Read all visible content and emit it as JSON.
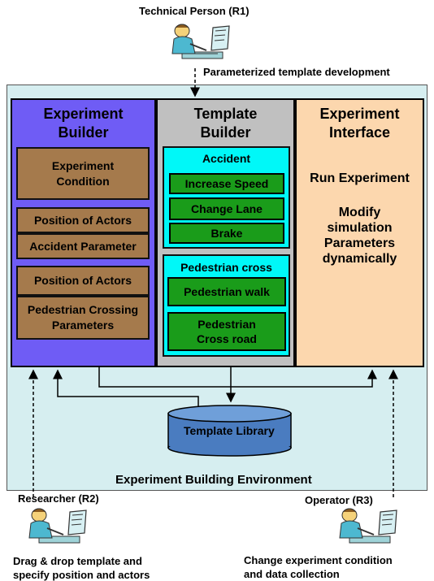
{
  "top": {
    "person_label": "Technical Person (R1)",
    "arrow_label": "Parameterized template development"
  },
  "environment": {
    "label": "Experiment Building Environment"
  },
  "experiment_builder": {
    "title_line1": "Experiment",
    "title_line2": "Builder",
    "boxes": [
      {
        "line1": "Experiment",
        "line2": "Condition"
      },
      {
        "line1": "Position of Actors"
      },
      {
        "line1": "Accident Parameter"
      },
      {
        "line1": "Position of Actors"
      },
      {
        "line1": "Pedestrian Crossing",
        "line2": "Parameters"
      }
    ]
  },
  "template_builder": {
    "title_line1": "Template",
    "title_line2": "Builder",
    "accident": {
      "title": "Accident",
      "items": [
        "Increase Speed",
        "Change Lane",
        "Brake"
      ]
    },
    "pedestrian": {
      "title": "Pedestrian cross",
      "items": [
        {
          "line1": "Pedestrian walk"
        },
        {
          "line1": "Pedestrian",
          "line2": "Cross road"
        }
      ]
    }
  },
  "experiment_interface": {
    "title_line1": "Experiment",
    "title_line2": "Interface",
    "run": "Run Experiment",
    "modify_lines": [
      "Modify",
      "simulation",
      "Parameters",
      "dynamically"
    ]
  },
  "template_library": {
    "label": "Template Library"
  },
  "researcher": {
    "label": "Researcher (R2)",
    "desc_line1": "Drag & drop template and",
    "desc_line2": "specify position and actors"
  },
  "operator": {
    "label": "Operator (R3)",
    "desc_line1": "Change experiment condition",
    "desc_line2": "and data collection"
  },
  "colors": {
    "builder_bg": "#6f5cf5",
    "template_bg": "#c0c0c0",
    "interface_bg": "#fcd7ae",
    "env_bg": "#d6eef0",
    "param_box": "#a57a4c",
    "cyan_box": "#00f8f8",
    "green_box": "#1a9c1a",
    "library": "#4a7cc0"
  }
}
